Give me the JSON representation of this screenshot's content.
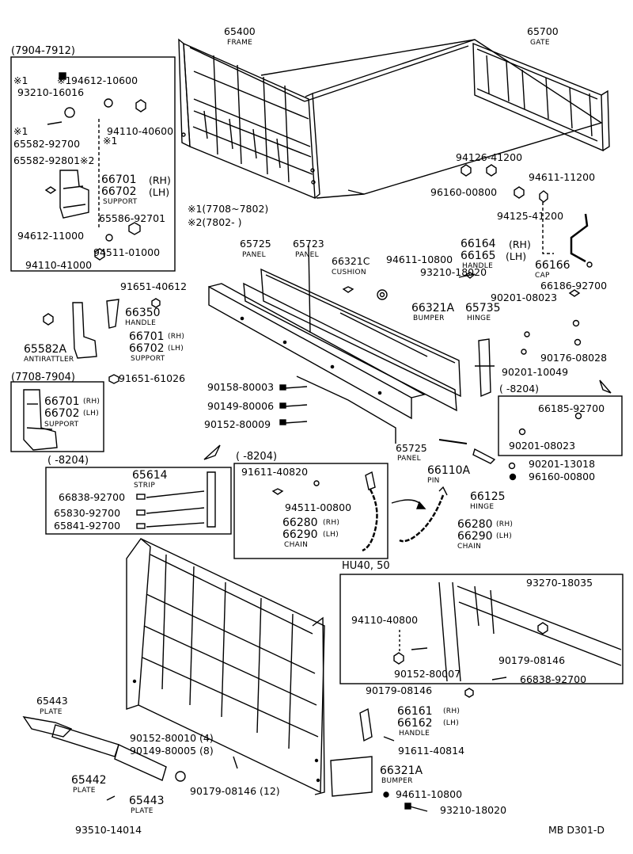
{
  "labels": {
    "frame_no": "65400",
    "frame_name": "FRAME",
    "gate_no": "65700",
    "gate_name": "GATE",
    "k_range_hdr": "(7904-7912)",
    "k_ref1": "※1",
    "k_ref1b": "※1",
    "k_94612_10600": "94612-10600",
    "k_93210_16016": "93210-16016",
    "k_ref1c": "※1",
    "k_65582_92700": "65582-92700",
    "k_94110_40600": "94110-40600",
    "k_ref1d": "※1",
    "k_65582_92801": "65582-92801※2",
    "k_66701": "66701",
    "k_rh": "(RH)",
    "k_66702": "66702",
    "k_lh": "(LH)",
    "k_support": "SUPPORT",
    "k_65586_92701": "65586-92701",
    "k_94612_11000": "94612-11000",
    "k_94511_01000": "94511-01000",
    "k_94110_41000": "94110-41000",
    "note1": "※1(7708~7802)",
    "note2": "※2(7802-       )",
    "g_94126_41200": "94126-41200",
    "g_96160_00800": "96160-00800",
    "g_94611_11200": "94611-11200",
    "g_94125_41200": "94125-41200",
    "p_65725a": "65725",
    "p_panel_a": "PANEL",
    "p_65723": "65723",
    "p_panel_b": "PANEL",
    "p_66321c": "66321C",
    "p_cushion": "CUSHION",
    "p_94611_10800": "94611-10800",
    "p_66164": "66164",
    "p_66164_rh": "(RH)",
    "p_66165": "66165",
    "p_66165_lh": "(LH)",
    "p_handle": "HANDLE",
    "p_66166": "66166",
    "p_cap": "CAP",
    "p_93210_18020": "93210-18020",
    "p_66186_92700": "66186-92700",
    "p_90201_08023": "90201-08023",
    "p_66321a": "66321A",
    "p_bumper": "BUMPER",
    "p_65735": "65735",
    "p_hinge": "HINGE",
    "p_90176_08028": "90176-08028",
    "p_90201_10049": "90201-10049",
    "h_91651_40612": "91651-40612",
    "h_66350": "66350",
    "h_handle": "HANDLE",
    "h_65582a": "65582A",
    "h_antirattler": "ANTIRATTLER",
    "h_66701": "66701",
    "h_66701_rh": "(RH)",
    "h_66702": "66702",
    "h_66702_lh": "(LH)",
    "h_support": "SUPPORT",
    "h_91651_61026": "91651-61026",
    "s_range_hdr": "(7708-7904)",
    "s_66701": "66701",
    "s_rh": "(RH)",
    "s_66702": "66702",
    "s_lh": "(LH)",
    "s_support": "SUPPORT",
    "b_90158_80003": "90158-80003",
    "b_90149_80006": "90149-80006",
    "b_90152_80009": "90152-80009",
    "p_65725c": "65725",
    "p_panel_c": "PANEL",
    "r_8204_a": "(          -8204)",
    "r_66185_92700": "66185-92700",
    "r_90201_08023": "90201-08023",
    "m_90201_13018": "90201-13018",
    "m_96160_00800": "96160-00800",
    "m_66110a": "66110A",
    "m_pin": "PIN",
    "m_66125": "66125",
    "m_hinge": "HINGE",
    "l_8204": "(        -8204)",
    "l_65614": "65614",
    "l_strip": "STRIP",
    "l_66838_92700": "66838-92700",
    "l_65830_92700": "65830-92700",
    "l_65841_92700": "65841-92700",
    "c_8204": "(        -8204)",
    "c_91611_40820": "91611-40820",
    "c_94511_00800": "94511-00800",
    "c_66280": "66280",
    "c_66280_rh": "(RH)",
    "c_66290": "66290",
    "c_66290_lh": "(LH)",
    "c_chain": "CHAIN",
    "c2_66280": "66280",
    "c2_rh": "(RH)",
    "c2_66290": "66290",
    "c2_lh": "(LH)",
    "c2_chain": "CHAIN",
    "hu_title": "HU40, 50",
    "hu_93270_18035": "93270-18035",
    "hu_94110_40800": "94110-40800",
    "hu_90152_80007": "90152-80007",
    "hu_90179_08146a": "90179-08146",
    "hu_90179_08146b": "90179-08146",
    "hu_66838_92700": "66838-92700",
    "f_65443a": "65443",
    "f_plate_a": "PLATE",
    "f_90152_80010": "90152-80010 (4)",
    "f_90149_80005": "90149-80005 (8)",
    "f_65442": "65442",
    "f_plate_b": "PLATE",
    "f_90179_08146": "90179-08146 (12)",
    "f_65443b": "65443",
    "f_plate_c": "PLATE",
    "f_93510_14014": "93510-14014",
    "f_66161": "66161",
    "f_66161_rh": "(RH)",
    "f_66162": "66162",
    "f_66162_lh": "(LH)",
    "f_handle": "HANDLE",
    "f_91611_40814": "91611-40814",
    "f_66321a": "66321A",
    "f_bumper": "BUMPER",
    "f_94611_10800": "94611-10800",
    "f_93210_18020": "93210-18020",
    "code": "MB D301-D"
  }
}
